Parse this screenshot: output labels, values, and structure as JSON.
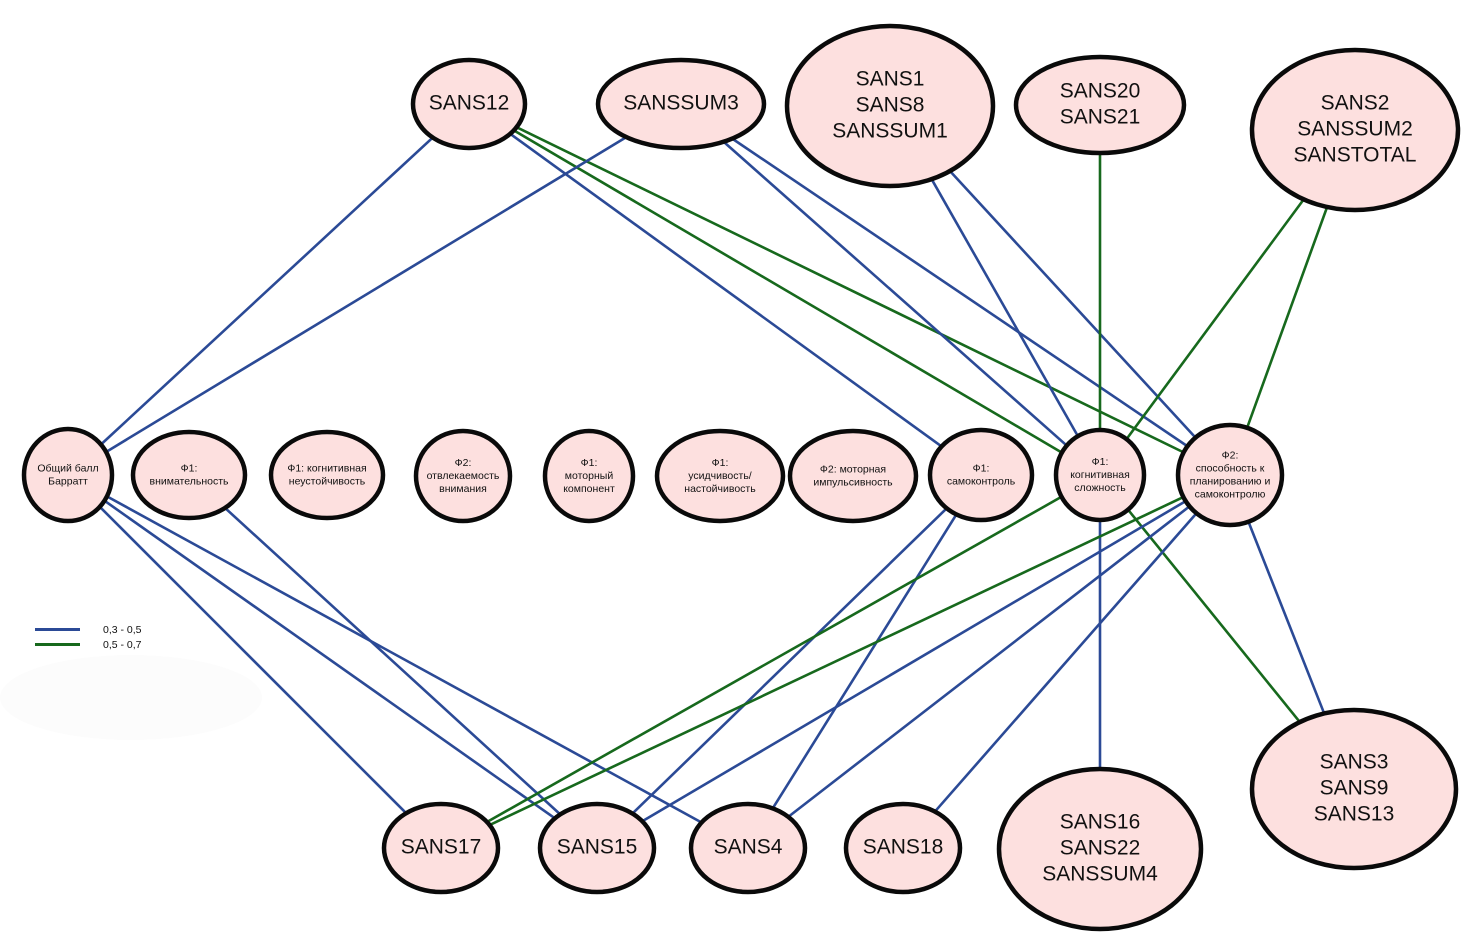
{
  "colors": {
    "range_low": "#2b4a96",
    "range_high": "#17691d",
    "node_fill": "#fde0df",
    "node_stroke": "#0a0a0a"
  },
  "legend": [
    {
      "range": "low",
      "label": "0,3 - 0,5"
    },
    {
      "range": "high",
      "label": "0,5 - 0,7"
    }
  ],
  "nodes": [
    {
      "id": "sans12",
      "group": "top",
      "lines": [
        "SANS12"
      ]
    },
    {
      "id": "sanssum3",
      "group": "top",
      "lines": [
        "SANSSUM3"
      ]
    },
    {
      "id": "sans1",
      "group": "top",
      "lines": [
        "SANS1",
        "SANS8",
        "SANSSUM1"
      ]
    },
    {
      "id": "sans20",
      "group": "top",
      "lines": [
        "SANS20",
        "SANS21"
      ]
    },
    {
      "id": "sans2",
      "group": "top",
      "lines": [
        "SANS2",
        "SANSSUM2",
        "SANSTOTAL"
      ]
    },
    {
      "id": "barratt",
      "group": "middle",
      "lines": [
        "Общий балл",
        "Барратт"
      ]
    },
    {
      "id": "f1_attention",
      "group": "middle",
      "lines": [
        "Ф1:",
        "внимательность"
      ]
    },
    {
      "id": "f1_cog_instab",
      "group": "middle",
      "lines": [
        "Ф1: когнитивная",
        "неустойчивость"
      ]
    },
    {
      "id": "f2_distract",
      "group": "middle",
      "lines": [
        "Ф2:",
        "отвлекаемость",
        "внимания"
      ]
    },
    {
      "id": "f1_motor",
      "group": "middle",
      "lines": [
        "Ф1:",
        "моторный",
        "компонент"
      ]
    },
    {
      "id": "f1_persist",
      "group": "middle",
      "lines": [
        "Ф1:",
        "усидчивость/",
        "настойчивость"
      ]
    },
    {
      "id": "f2_motor_imp",
      "group": "middle",
      "lines": [
        "Ф2: моторная",
        "импульсивность"
      ]
    },
    {
      "id": "f1_selfcontrol",
      "group": "middle",
      "lines": [
        "Ф1:",
        "самоконтроль"
      ]
    },
    {
      "id": "f1_cog_complex",
      "group": "middle",
      "lines": [
        "Ф1:",
        "когнитивная",
        "сложность"
      ]
    },
    {
      "id": "f2_planning",
      "group": "middle",
      "lines": [
        "Ф2:",
        "способность к",
        "планированию и",
        "самоконтролю"
      ]
    },
    {
      "id": "sans17",
      "group": "bottom",
      "lines": [
        "SANS17"
      ]
    },
    {
      "id": "sans15",
      "group": "bottom",
      "lines": [
        "SANS15"
      ]
    },
    {
      "id": "sans4",
      "group": "bottom",
      "lines": [
        "SANS4"
      ]
    },
    {
      "id": "sans18",
      "group": "bottom",
      "lines": [
        "SANS18"
      ]
    },
    {
      "id": "sans16",
      "group": "bottom",
      "lines": [
        "SANS16",
        "SANS22",
        "SANSSUM4"
      ]
    },
    {
      "id": "sans3",
      "group": "bottom",
      "lines": [
        "SANS3",
        "SANS9",
        "SANS13"
      ]
    }
  ],
  "edges": [
    {
      "from": "sans12",
      "to": "f1_selfcontrol",
      "range": "low"
    },
    {
      "from": "sans12",
      "to": "f1_cog_complex",
      "range": "high"
    },
    {
      "from": "sans12",
      "to": "f2_planning",
      "range": "high"
    },
    {
      "from": "sans12",
      "to": "barratt",
      "range": "low"
    },
    {
      "from": "sanssum3",
      "to": "barratt",
      "range": "low"
    },
    {
      "from": "sanssum3",
      "to": "f1_cog_complex",
      "range": "low"
    },
    {
      "from": "sanssum3",
      "to": "f2_planning",
      "range": "low"
    },
    {
      "from": "sans1",
      "to": "f1_cog_complex",
      "range": "low"
    },
    {
      "from": "sans1",
      "to": "f2_planning",
      "range": "low"
    },
    {
      "from": "sans20",
      "to": "f1_cog_complex",
      "range": "high"
    },
    {
      "from": "sans2",
      "to": "f1_cog_complex",
      "range": "high"
    },
    {
      "from": "sans2",
      "to": "f2_planning",
      "range": "high"
    },
    {
      "from": "barratt",
      "to": "sans17",
      "range": "low"
    },
    {
      "from": "barratt",
      "to": "sans15",
      "range": "low"
    },
    {
      "from": "barratt",
      "to": "sans4",
      "range": "low"
    },
    {
      "from": "f1_attention",
      "to": "sans15",
      "range": "low"
    },
    {
      "from": "f1_selfcontrol",
      "to": "sans15",
      "range": "low"
    },
    {
      "from": "f1_selfcontrol",
      "to": "sans4",
      "range": "low"
    },
    {
      "from": "f1_cog_complex",
      "to": "sans17",
      "range": "high"
    },
    {
      "from": "f1_cog_complex",
      "to": "sans16",
      "range": "low"
    },
    {
      "from": "f1_cog_complex",
      "to": "sans3",
      "range": "high"
    },
    {
      "from": "f2_planning",
      "to": "sans17",
      "range": "high"
    },
    {
      "from": "f2_planning",
      "to": "sans15",
      "range": "low"
    },
    {
      "from": "f2_planning",
      "to": "sans4",
      "range": "low"
    },
    {
      "from": "f2_planning",
      "to": "sans18",
      "range": "low"
    },
    {
      "from": "f2_planning",
      "to": "sans3",
      "range": "low"
    }
  ]
}
